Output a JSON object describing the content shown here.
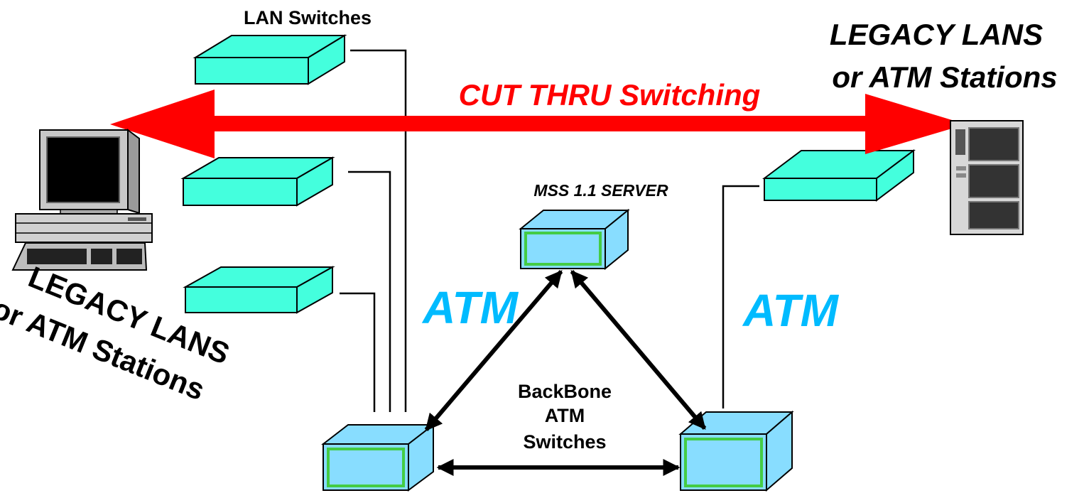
{
  "labels": {
    "lan_switches": "LAN Switches",
    "legacy_right_line1": "LEGACY LANS",
    "legacy_right_line2": "or ATM Stations",
    "cut_thru": "CUT THRU Switching",
    "mss_server": "MSS 1.1 SERVER",
    "atm_left": "ATM",
    "atm_right": "ATM",
    "backbone_line1": "BackBone",
    "backbone_line2": "ATM",
    "backbone_line3": "Switches",
    "legacy_left_line1": "LEGACY LANS",
    "legacy_left_line2": "or ATM Stations"
  },
  "colors": {
    "lan_switch_fill": "#44ffdd",
    "atm_switch_fill": "#88ddff",
    "atm_switch_border": "#44cc44",
    "arrow_red": "#ff0000",
    "atm_text": "#00bbff",
    "black": "#000000"
  },
  "icons": {
    "workstation": "desktop-computer-icon",
    "server": "tower-server-icon"
  }
}
